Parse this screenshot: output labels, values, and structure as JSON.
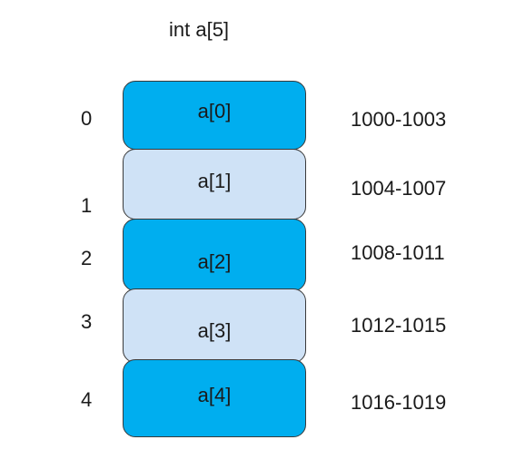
{
  "title": "int a[5]",
  "cells": [
    {
      "label": "a[0]",
      "index": "0",
      "address": "1000-1003",
      "fill": "#00aeef"
    },
    {
      "label": "a[1]",
      "index": "1",
      "address": "1004-1007",
      "fill": "#cfe2f6"
    },
    {
      "label": "a[2]",
      "index": "2",
      "address": "1008-1011",
      "fill": "#00aeef"
    },
    {
      "label": "a[3]",
      "index": "3",
      "address": "1012-1015",
      "fill": "#cfe2f6"
    },
    {
      "label": "a[4]",
      "index": "4",
      "address": "1016-1019",
      "fill": "#00aeef"
    }
  ]
}
